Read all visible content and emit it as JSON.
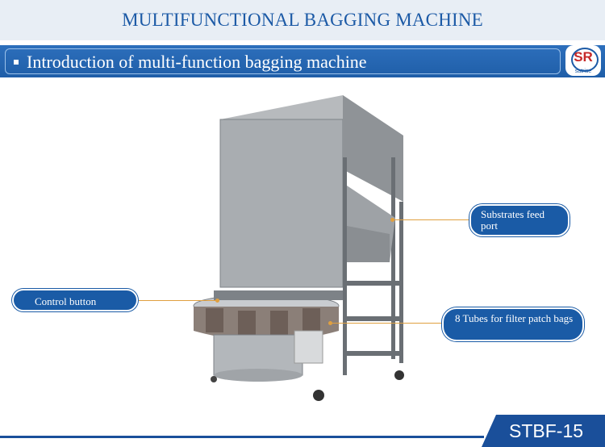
{
  "header": {
    "title": "MULTIFUNCTIONAL BAGGING MACHINE"
  },
  "subheader": {
    "text": "Introduction of multi-function bagging machine"
  },
  "logo": {
    "letters": "SR",
    "word": "satrise"
  },
  "callouts": {
    "substrates": "Substrates feed port",
    "control": "Control button",
    "tubes": "8 Tubes for filter patch bags"
  },
  "model": {
    "code": "STBF-15"
  },
  "colors": {
    "brand_blue": "#1a5ba6",
    "leader": "#e0a040"
  }
}
